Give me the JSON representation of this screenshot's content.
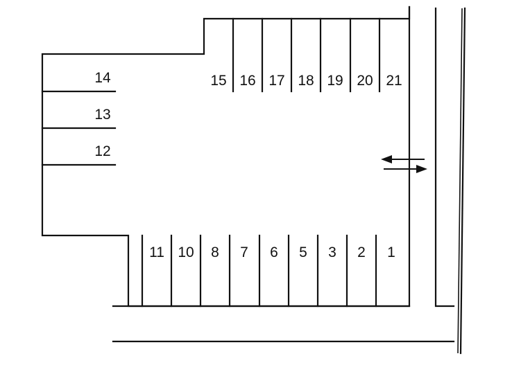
{
  "spaces": {
    "top_row": [
      "15",
      "16",
      "17",
      "18",
      "19",
      "20",
      "21"
    ],
    "left_column": [
      "14",
      "13",
      "12"
    ],
    "bottom_row": [
      "11",
      "10",
      "8",
      "7",
      "6",
      "5",
      "3",
      "2",
      "1"
    ]
  },
  "entrance": {
    "arrow_in_icon": "arrow-left-icon",
    "arrow_out_icon": "arrow-right-icon"
  },
  "colors": {
    "line": "#111111",
    "background": "#ffffff"
  }
}
